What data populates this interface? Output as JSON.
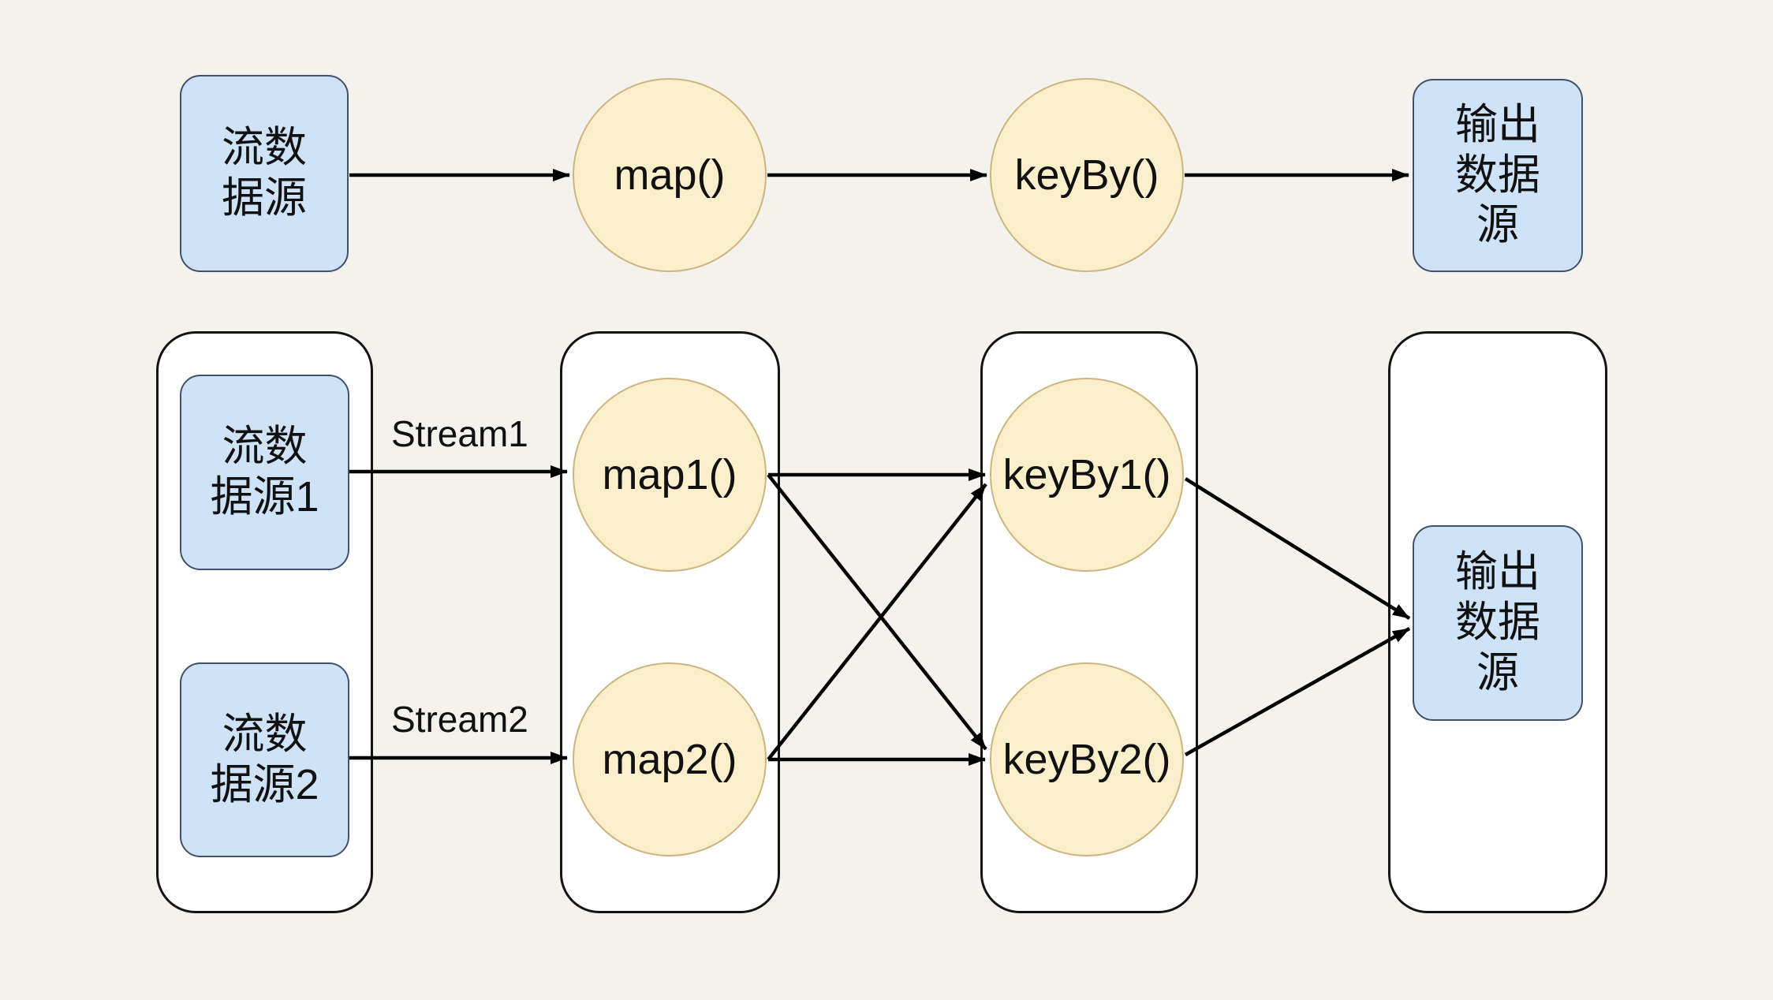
{
  "colors": {
    "background": "#f4f2ec",
    "container_fill": "#ffffff",
    "container_border": "#141414",
    "source_sink_fill": "#cfe3f8",
    "source_sink_border": "#43506a",
    "operator_fill": "#fbeecb",
    "operator_border": "#cdb582",
    "arrow": "#000000",
    "text": "#111111"
  },
  "top_pipeline": {
    "source_label": "流数\n据源",
    "map_label": "map()",
    "keyby_label": "keyBy()",
    "sink_label": "输出\n数据\n源"
  },
  "parallel_pipeline": {
    "source1_label": "流数\n据源1",
    "source2_label": "流数\n据源2",
    "map1_label": "map1()",
    "map2_label": "map2()",
    "keyby1_label": "keyBy1()",
    "keyby2_label": "keyBy2()",
    "sink_label": "输出\n数据\n源",
    "stream1_edge_label": "Stream1",
    "stream2_edge_label": "Stream2"
  },
  "edges": [
    {
      "from": "source",
      "to": "map",
      "label": ""
    },
    {
      "from": "map",
      "to": "keyBy",
      "label": ""
    },
    {
      "from": "keyBy",
      "to": "sink",
      "label": ""
    },
    {
      "from": "source1",
      "to": "map1",
      "label": "Stream1"
    },
    {
      "from": "source2",
      "to": "map2",
      "label": "Stream2"
    },
    {
      "from": "map1",
      "to": "keyBy1",
      "label": ""
    },
    {
      "from": "map1",
      "to": "keyBy2",
      "label": ""
    },
    {
      "from": "map2",
      "to": "keyBy1",
      "label": ""
    },
    {
      "from": "map2",
      "to": "keyBy2",
      "label": ""
    },
    {
      "from": "keyBy1",
      "to": "sink2",
      "label": ""
    },
    {
      "from": "keyBy2",
      "to": "sink2",
      "label": ""
    }
  ]
}
